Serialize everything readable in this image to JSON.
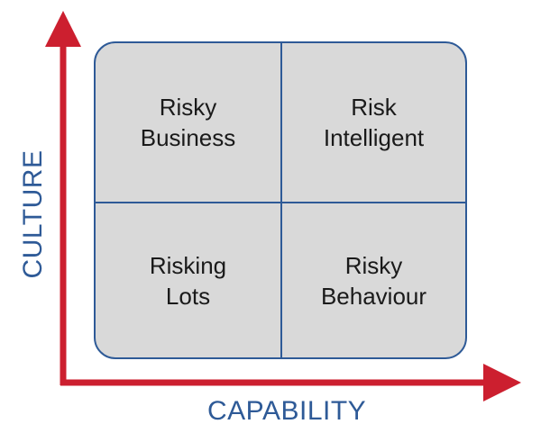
{
  "quadrants": {
    "top_left": {
      "line1": "Risky",
      "line2": "Business"
    },
    "top_right": {
      "line1": "Risk",
      "line2": "Intelligent"
    },
    "bottom_left": {
      "line1": "Risking",
      "line2": "Lots"
    },
    "bottom_right": {
      "line1": "Risky",
      "line2": "Behaviour"
    }
  },
  "axes": {
    "x_label": "CAPABILITY",
    "y_label": "CULTURE"
  },
  "colors": {
    "arrow": "#cc1f2f",
    "label": "#2e5a97",
    "border": "#2e5a97",
    "cell_fill": "#d9d9d9"
  }
}
